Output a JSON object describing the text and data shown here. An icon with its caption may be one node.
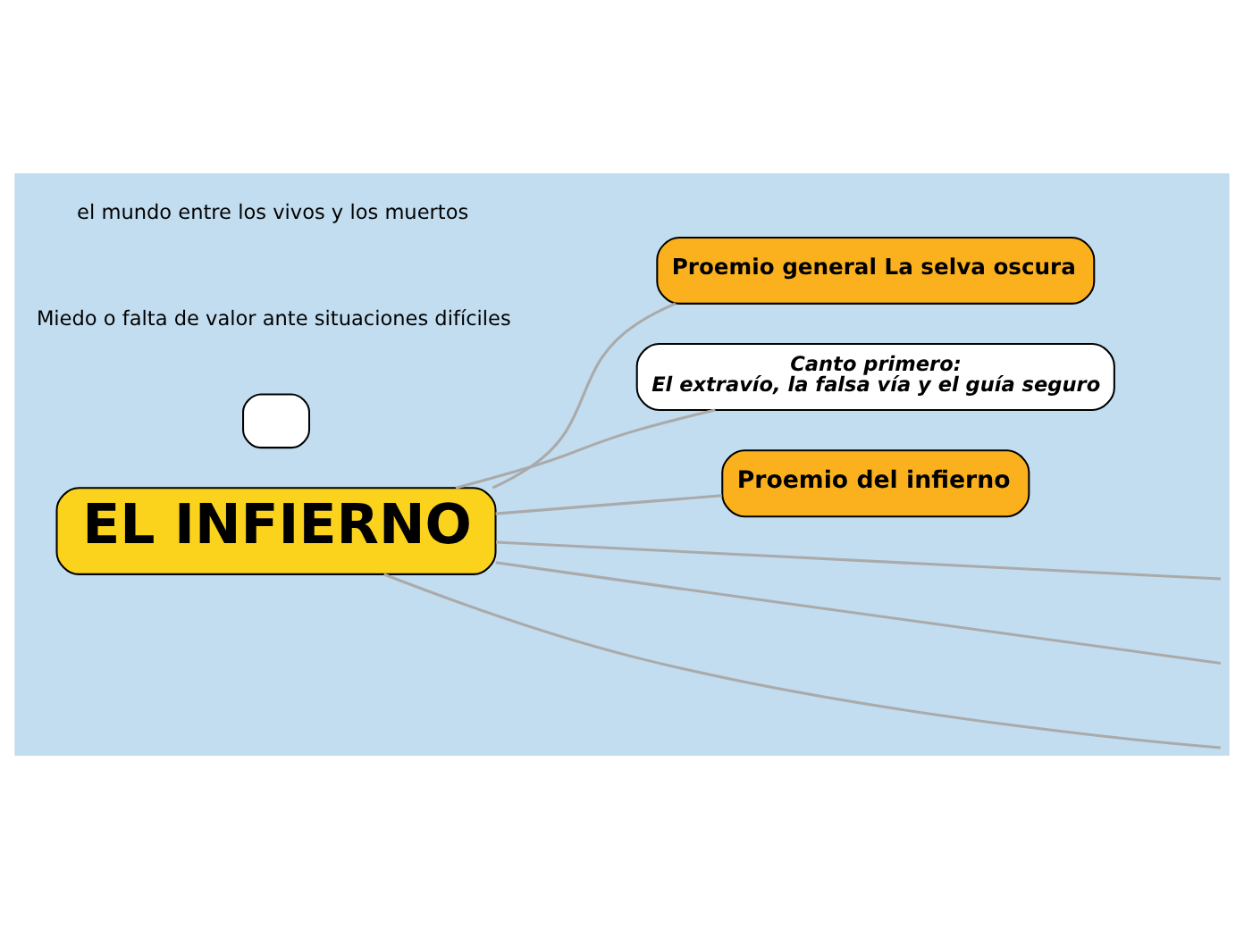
{
  "diagram": {
    "nodes": [
      {
        "text": [
          "EL INFIERNO"
        ]
      },
      {
        "text": [
          "Proemio general La selva oscura"
        ]
      },
      {
        "text": [
          "Canto primero:",
          "El extravío, la falsa vía y el guía seguro"
        ]
      },
      {
        "text": [
          "Proemio del infierno"
        ]
      },
      {
        "text": [],
        "shape": "box"
      },
      {
        "text": [
          "Miedo o falta de valor ante situaciones difíciles"
        ]
      },
      {
        "text": [
          "el mundo entre los vivos y los muertos"
        ]
      }
    ],
    "edges": [
      {
        "from": 0,
        "to": 1,
        "arrow": "none"
      },
      {
        "from": 0,
        "to": 2,
        "arrow": "none"
      },
      {
        "from": 0,
        "to": 3,
        "arrow": "none"
      },
      {
        "from": 0,
        "to": null,
        "arrow": "none"
      },
      {
        "from": 0,
        "to": null,
        "arrow": "none"
      },
      {
        "from": 0,
        "to": null,
        "arrow": "none"
      }
    ]
  }
}
